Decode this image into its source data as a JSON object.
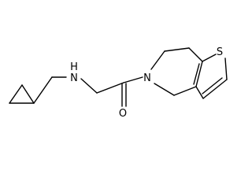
{
  "molecule": {
    "atoms": {
      "sulfur": "S",
      "ring_nitrogen": "N",
      "amine": "H",
      "amine_nitrogen": "N",
      "carbonyl_oxygen": "O"
    },
    "colors": {
      "bond": "#000000",
      "background": "#ffffff"
    }
  }
}
